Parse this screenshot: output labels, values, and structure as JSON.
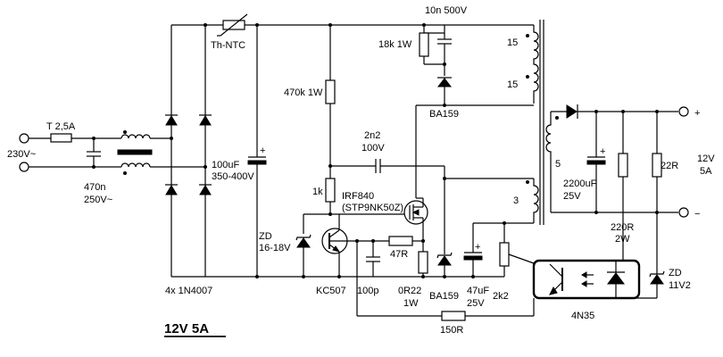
{
  "diagram": {
    "title": "12V 5A",
    "mains": {
      "voltage": "230V~",
      "fuse": "T 2,5A",
      "filter_cap": "470n",
      "filter_cap_rating": "250V~"
    },
    "bridge": {
      "label": "4x 1N4007"
    },
    "ntc": {
      "label": "Th-NTC"
    },
    "bulk_cap": {
      "value": "100uF",
      "rating": "350-400V",
      "polarity": "+"
    },
    "snubber": {
      "cap": "10n 500V",
      "resistor": "18k 1W",
      "diode": "BA159"
    },
    "startup_resistor": {
      "label": "470k 1W"
    },
    "feedback_cap": {
      "value": "2n2",
      "rating": "100V"
    },
    "gate_resistor": {
      "label": "1k"
    },
    "mosfet": {
      "label": "IRF840",
      "alt": "(STP9NK50Z)"
    },
    "zener_gate": {
      "label": "ZD",
      "value": "16-18V"
    },
    "transistor": {
      "label": "KC507"
    },
    "base_resistor": {
      "label": "47R"
    },
    "base_cap": {
      "label": "100p"
    },
    "sense_resistor": {
      "value": "0R22",
      "rating": "1W"
    },
    "aux_diode": {
      "label": "BA159"
    },
    "aux_cap": {
      "value": "47uF",
      "rating": "25V",
      "polarity": "+"
    },
    "aux_resistor": {
      "label": "2k2"
    },
    "transformer": {
      "primary": "15",
      "primary2": "15",
      "aux": "3",
      "secondary": "5"
    },
    "output_cap": {
      "value": "2200uF",
      "rating": "25V",
      "polarity": "+"
    },
    "output_resistor": {
      "label": "22R"
    },
    "opto_resistor": {
      "value": "220R",
      "rating": "2W"
    },
    "zener_out": {
      "label": "ZD",
      "value": "11V2"
    },
    "optocoupler": {
      "label": "4N35"
    },
    "fb_resistor": {
      "label": "150R"
    },
    "output": {
      "plus": "+",
      "minus": "−",
      "voltage": "12V",
      "current": "5A"
    }
  }
}
